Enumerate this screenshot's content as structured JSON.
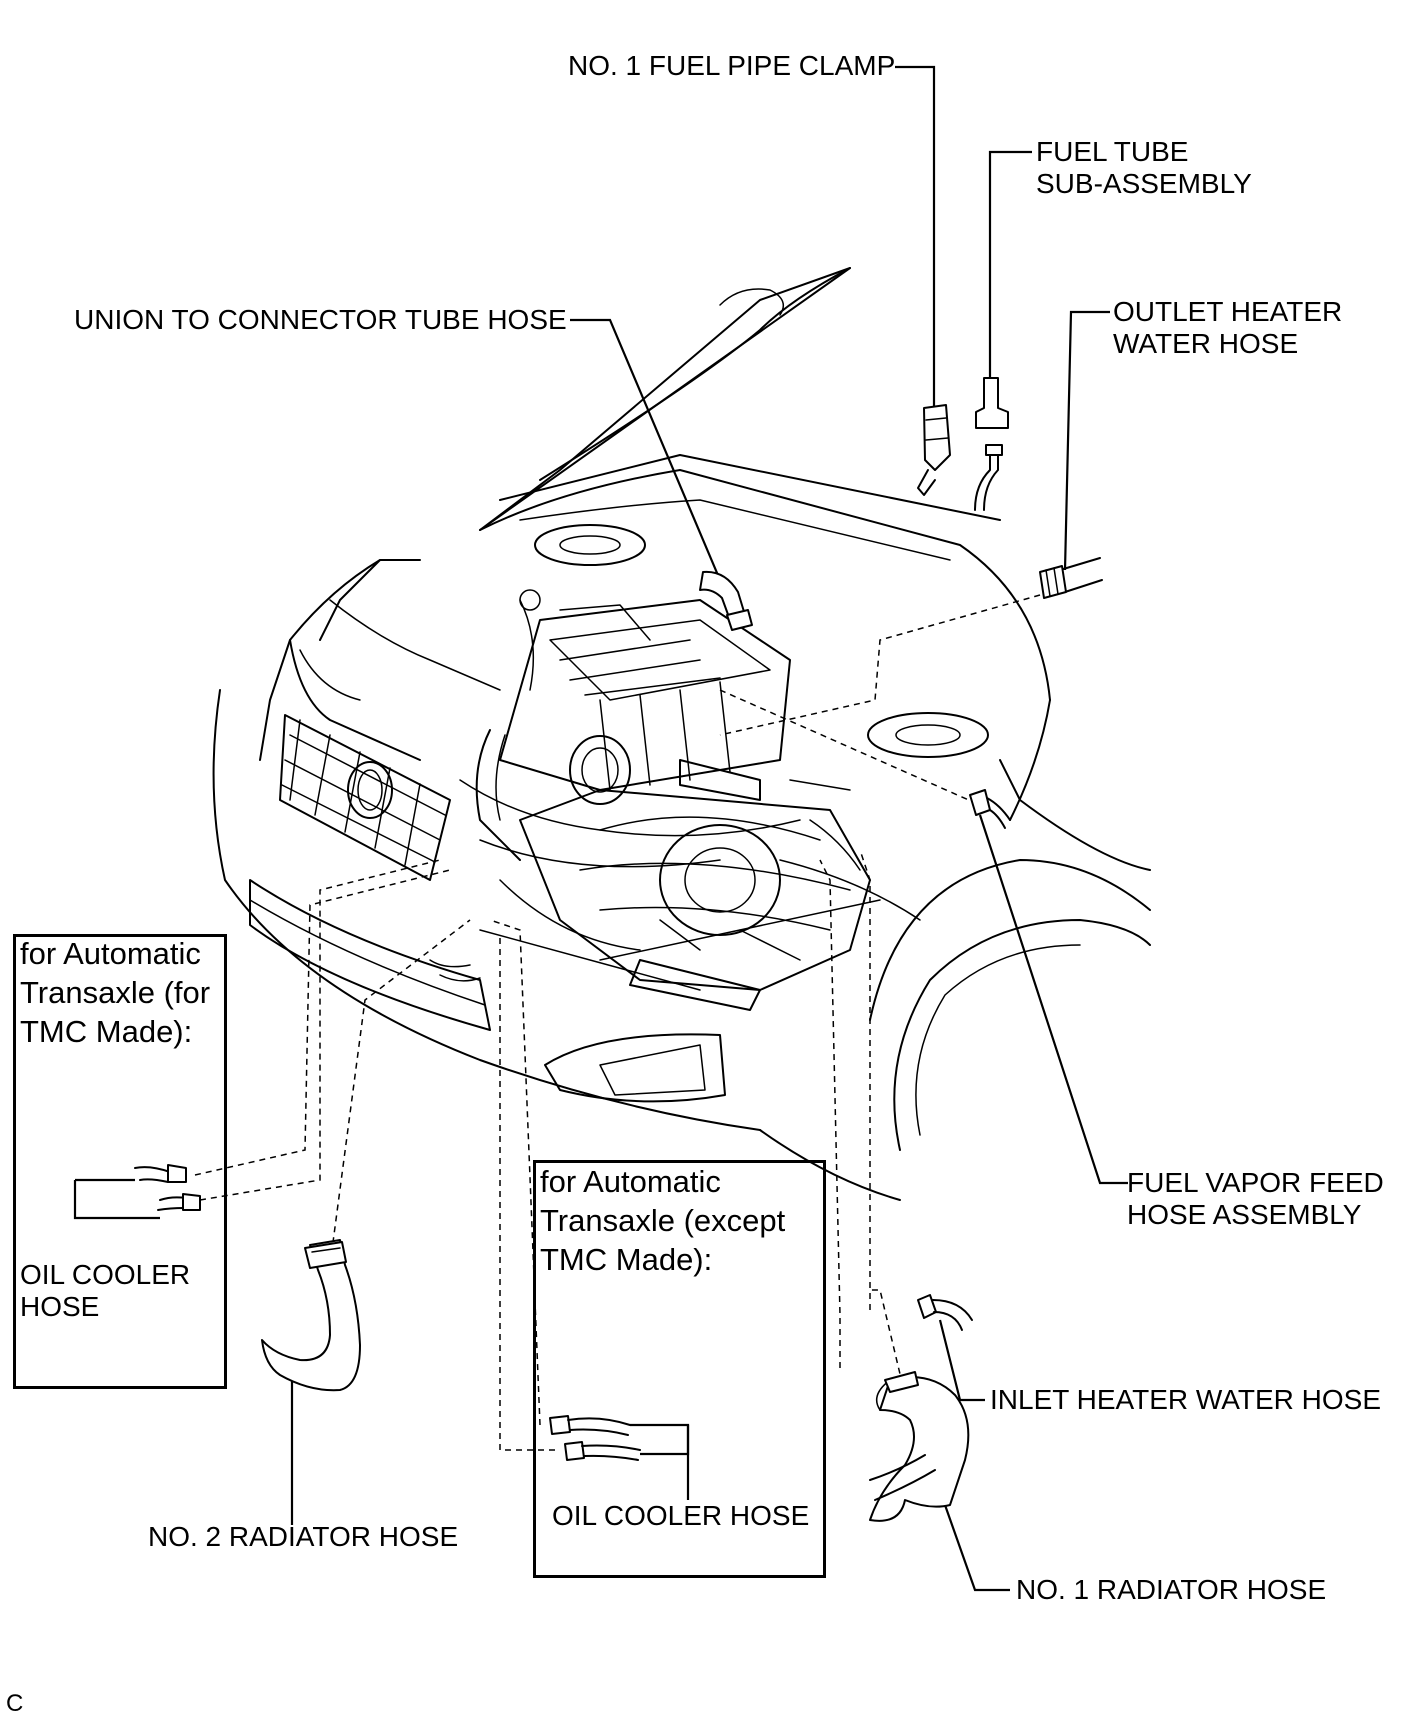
{
  "labels": {
    "fuel_pipe_clamp": "NO. 1 FUEL PIPE CLAMP",
    "fuel_tube_line1": "FUEL TUBE",
    "fuel_tube_line2": "SUB-ASSEMBLY",
    "union_hose": "UNION TO CONNECTOR TUBE HOSE",
    "outlet_heater_line1": "OUTLET HEATER",
    "outlet_heater_line2": "WATER HOSE",
    "fuel_vapor_line1": "FUEL VAPOR FEED",
    "fuel_vapor_line2": "HOSE ASSEMBLY",
    "inlet_heater": "INLET HEATER WATER HOSE",
    "no2_radiator": "NO. 2 RADIATOR HOSE",
    "no1_radiator": "NO. 1 RADIATOR HOSE",
    "corner_code": "C"
  },
  "box_tmc": {
    "line1": "for Automatic",
    "line2": "Transaxle (for",
    "line3": "TMC Made):",
    "hose_line1": "OIL COOLER",
    "hose_line2": "HOSE"
  },
  "box_except": {
    "line1": "for Automatic",
    "line2": "Transaxle (except",
    "line3": "TMC Made):",
    "hose_label": "OIL COOLER HOSE"
  }
}
